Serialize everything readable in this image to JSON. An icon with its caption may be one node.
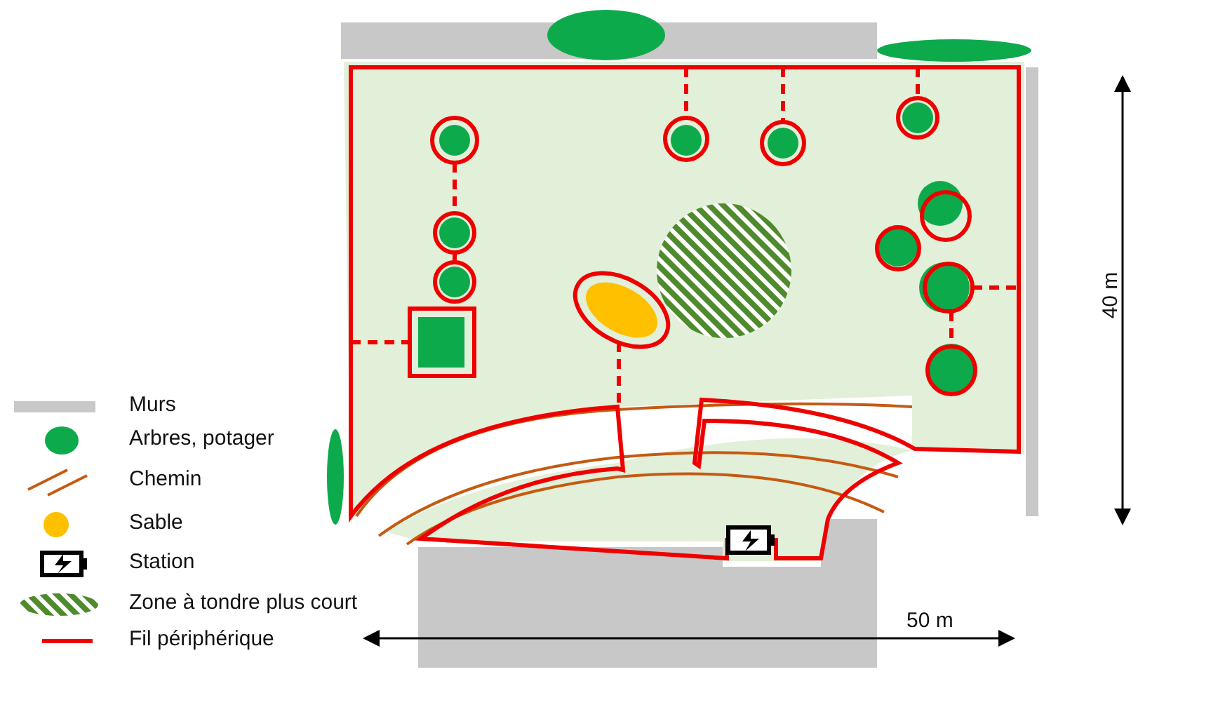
{
  "diagram": {
    "labels": [
      "40 m",
      "50 m"
    ],
    "legend": [
      {
        "text": "Murs",
        "color": "#c8c8c8"
      },
      {
        "text": "Arbres, potager"
      },
      {
        "text": "Chemin"
      },
      {
        "text": "Sable",
        "color": "#ffc000"
      },
      {
        "text": "Station"
      },
      {
        "text": "Zone à tondre plus court"
      },
      {
        "text": "Fil périphérique"
      }
    ]
  }
}
